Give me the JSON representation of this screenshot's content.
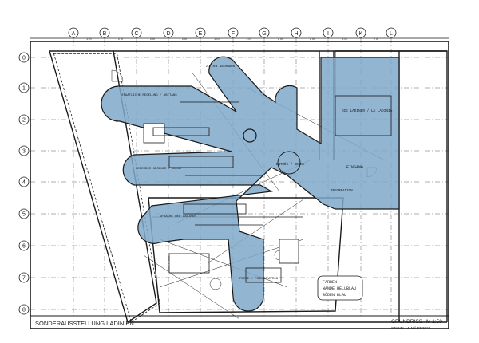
{
  "grid": {
    "columns": [
      "A",
      "B",
      "C",
      "D",
      "E",
      "F",
      "G",
      "H",
      "I",
      "K",
      "L"
    ],
    "rows": [
      "0",
      "1",
      "2",
      "3",
      "4",
      "5",
      "6",
      "7",
      "8"
    ],
    "spacing_label": "2 m"
  },
  "title_block": {
    "exhibition": "SONDERAUSSTELLUNG  LADINIEN",
    "sheet": "GRUNDRISS",
    "scale": "M 1:50",
    "date": "STAND: 14. MÄRZ 2011"
  },
  "labels": {
    "entrance": "EINGANG",
    "info": "INFORMATION",
    "hub": "ENTRÉE / SOPRA",
    "fingers": [
      "STAATLICHE REGELUNG / ABITANS",
      "ZU DEN NACHBARN",
      "GEBRÜDER GRÖDNER / KUNST",
      "SPRACHE DER LADINER",
      "FESTE / PRÄSENTATION"
    ],
    "wing": "DIE LADINER / LA LADINIA"
  },
  "legend": {
    "title": "FARBEN:",
    "lines": [
      "WÄNDE HELLBLAU",
      "BÖDEN BLAU"
    ]
  },
  "colors": {
    "exhibit_fill": "#7fa8c9",
    "line": "#1a1a1a"
  }
}
